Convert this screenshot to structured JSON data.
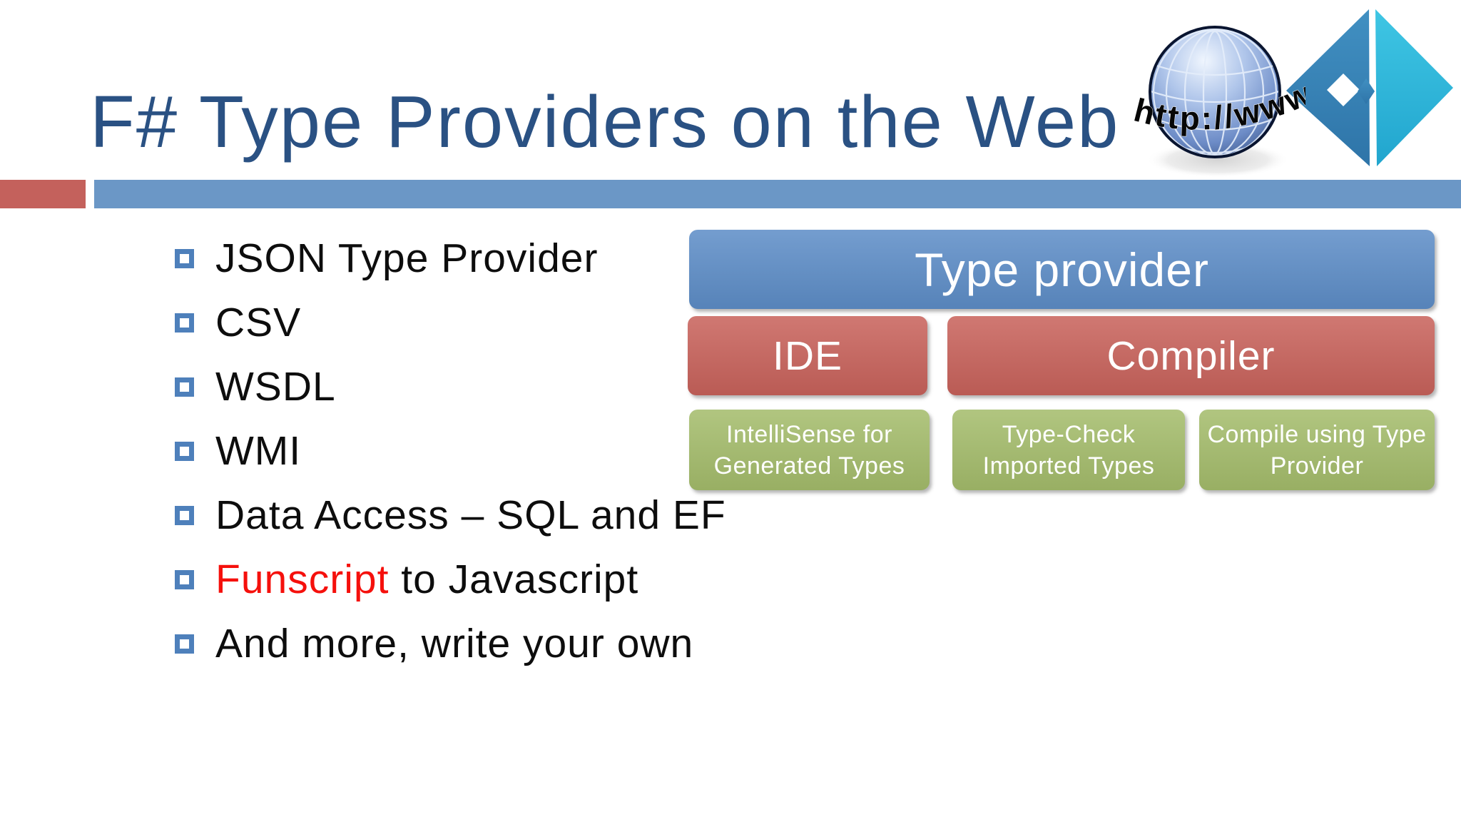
{
  "slide": {
    "title": "F# Type Providers on the Web",
    "colors": {
      "title_navy": "#2A5183",
      "bar_red": "#C4615C",
      "bar_blue": "#6B97C6",
      "bullet_blue": "#4E80BB",
      "text_black": "#0D0D0D",
      "funscript_red": "#F5100C",
      "box_blue": "#5D8DC7",
      "box_red": "#C8625B",
      "box_green": "#A4BC6B",
      "logo_dark_blue": "#3585BA",
      "logo_cyan": "#2CB7DC"
    },
    "list": {
      "items": [
        {
          "segments": [
            {
              "text": "JSON Type Provider",
              "color": "default"
            }
          ]
        },
        {
          "segments": [
            {
              "text": "CSV",
              "color": "default"
            }
          ]
        },
        {
          "segments": [
            {
              "text": "WSDL",
              "color": "default"
            }
          ]
        },
        {
          "segments": [
            {
              "text": "WMI",
              "color": "default"
            }
          ]
        },
        {
          "segments": [
            {
              "text": "Data Access – SQL and EF",
              "color": "default"
            }
          ]
        },
        {
          "segments": [
            {
              "text": "Funscript",
              "color": "red"
            },
            {
              "text": " to Javascript",
              "color": "default"
            }
          ]
        },
        {
          "segments": [
            {
              "text": "And more, write your own",
              "color": "default"
            }
          ]
        }
      ]
    },
    "diagram": {
      "top_box": {
        "label": "Type provider"
      },
      "middle_boxes": [
        {
          "label": "IDE"
        },
        {
          "label": "Compiler"
        }
      ],
      "bottom_boxes": [
        {
          "lines": [
            "IntelliSense for",
            "Generated Types"
          ]
        },
        {
          "lines": [
            "Type-Check",
            "Imported Types"
          ]
        },
        {
          "lines": [
            "Compile using Type",
            "Provider"
          ]
        }
      ]
    },
    "decorations": {
      "globe_text": "http://www",
      "logo_name": "fsharp-logo"
    }
  }
}
